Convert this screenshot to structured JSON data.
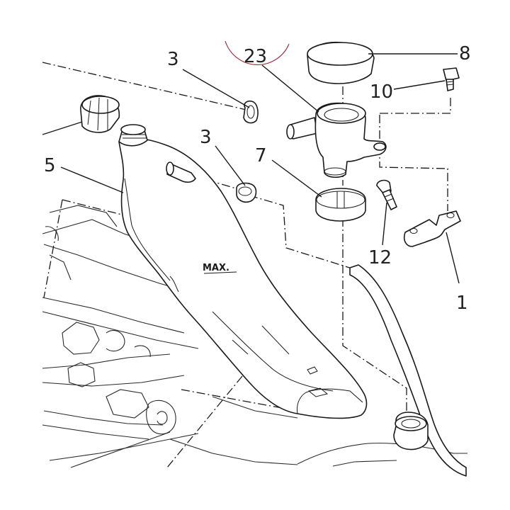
{
  "diagram": {
    "callouts": {
      "c23": "23",
      "c8": "8",
      "c3a": "3",
      "c10": "10",
      "c3b": "3",
      "c7": "7",
      "c5": "5",
      "c12": "12",
      "c1": "1"
    },
    "tank_marking": "MAX.",
    "accent_color": "#a03040"
  }
}
